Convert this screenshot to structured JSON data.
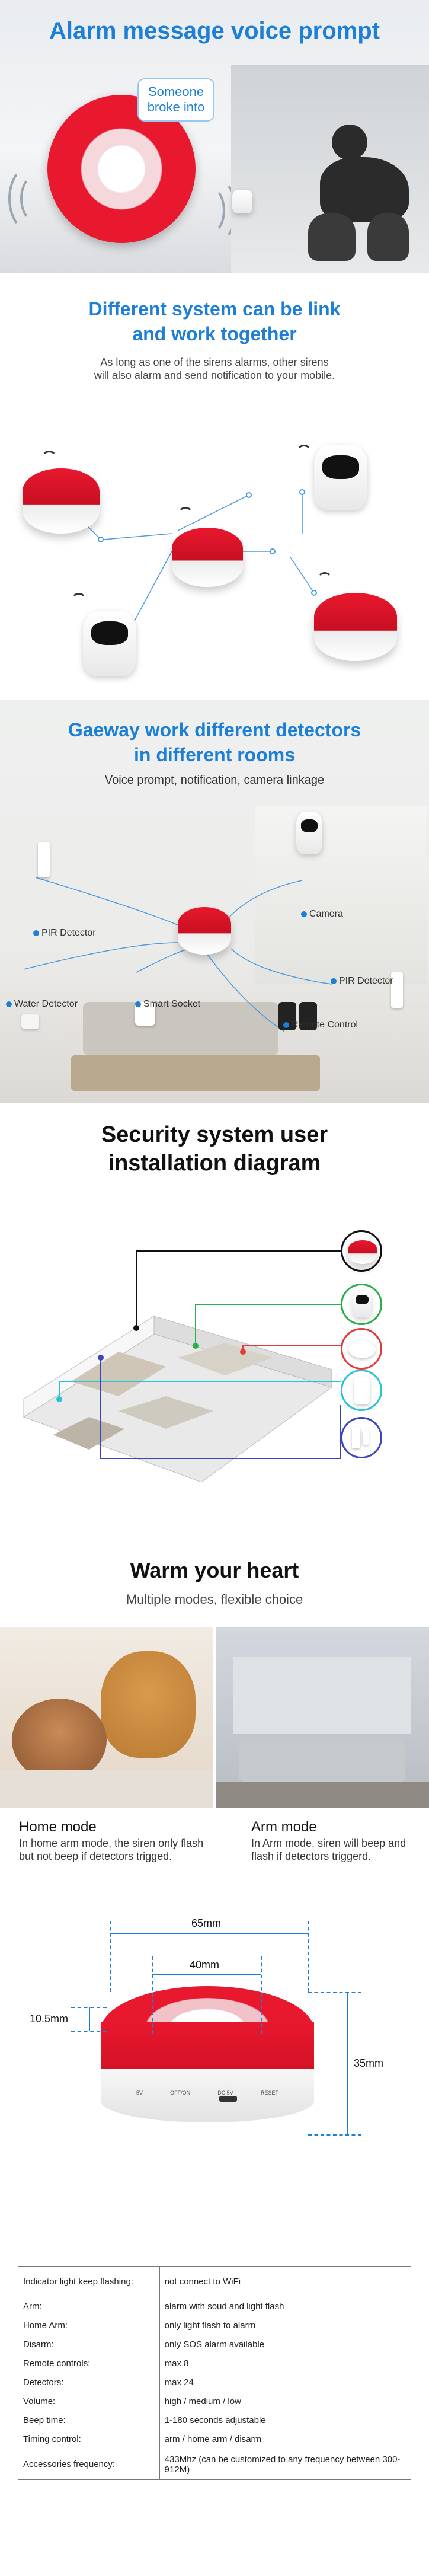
{
  "section1": {
    "title": "Alarm message voice prompt",
    "bubble": "Someone broke into"
  },
  "section2": {
    "title_line1": "Different system can be link",
    "title_line2": "and work together",
    "desc_line1": "As long as one of the sirens alarms, other sirens",
    "desc_line2": "will also alarm and send notification to your mobile."
  },
  "section3": {
    "title_line1": "Gaeway work different detectors",
    "title_line2": "in different rooms",
    "subtitle": "Voice prompt,   notification,   camera linkage",
    "labels": {
      "pir1": "PIR Detector",
      "camera": "Camera",
      "pir2": "PIR Detector",
      "water": "Water Detector",
      "socket": "Smart Socket",
      "remote": "Remote Control"
    }
  },
  "section4": {
    "title_line1": "Security system user",
    "title_line2": "installation diagram"
  },
  "section5": {
    "title": "Warm your heart",
    "subtitle": "Multiple modes, flexible choice",
    "home_title": "Home mode",
    "home_text": "In home arm mode, the siren only flash but not beep if detectors trigged.",
    "arm_title": "Arm mode",
    "arm_text": "In Arm mode, siren will beep and flash if detectors triggerd."
  },
  "section6": {
    "dim_width": "65mm",
    "dim_top": "40mm",
    "dim_left": "10.5mm",
    "dim_height": "35mm",
    "port_labels": [
      "5V",
      "OFF/ON",
      "DC 5V",
      "RESET"
    ]
  },
  "specs": [
    [
      "Indicator light keep flashing:",
      "not connect to WiFi"
    ],
    [
      "Arm:",
      "alarm with soud and light flash"
    ],
    [
      "Home Arm:",
      "only light flash to alarm"
    ],
    [
      "Disarm:",
      "only SOS alarm available"
    ],
    [
      "Remote controls:",
      "max 8"
    ],
    [
      "Detectors:",
      "max 24"
    ],
    [
      "Volume:",
      "high / medium / low"
    ],
    [
      "Beep time:",
      "1-180 seconds adjustable"
    ],
    [
      "Timing control:",
      "arm / home arm / disarm"
    ],
    [
      "Accessories frequency:",
      "433Mhz (can be customized to any frequency between 300-912M)"
    ]
  ],
  "colors": {
    "accent": "#1e7fd6",
    "siren_red": "#e8182e"
  }
}
